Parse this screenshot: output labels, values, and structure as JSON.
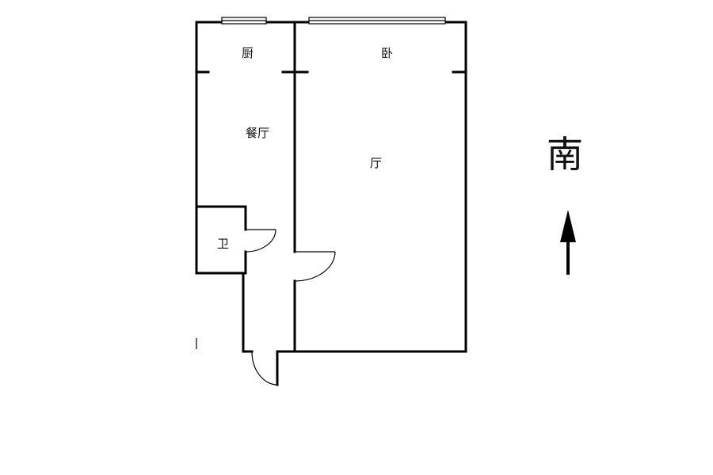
{
  "rooms": {
    "kitchen": "厨",
    "bedroom": "卧",
    "dining": "餐厅",
    "living": "厅",
    "bathroom": "卫"
  },
  "compass": {
    "direction": "南"
  },
  "colors": {
    "wall": "#000000",
    "background": "#ffffff"
  }
}
